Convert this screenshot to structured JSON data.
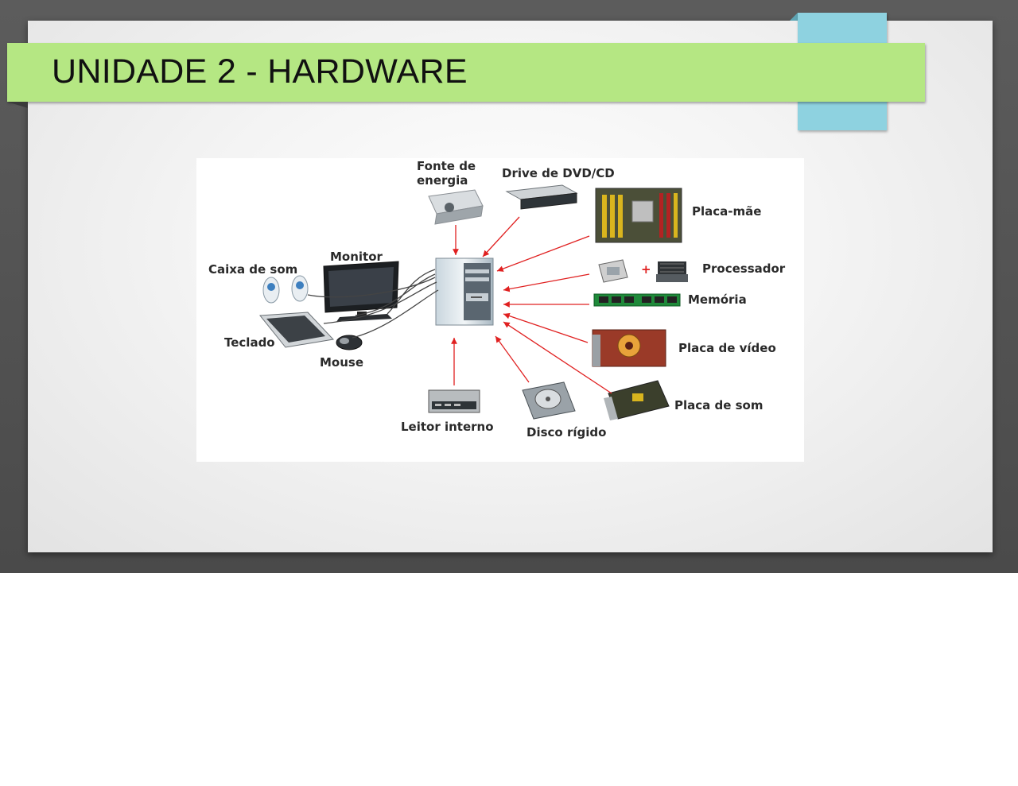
{
  "slide": {
    "title": "UNIDADE 2 - HARDWARE"
  },
  "diagram": {
    "labels": {
      "fonte_line1": "Fonte de",
      "fonte_line2": "energia",
      "drive": "Drive de DVD/CD",
      "placa_mae": "Placa-mãe",
      "processador": "Processador",
      "memoria": "Memória",
      "placa_video": "Placa de vídeo",
      "placa_som": "Placa de som",
      "disco": "Disco rígido",
      "leitor": "Leitor interno",
      "caixa_som": "Caixa de som",
      "monitor": "Monitor",
      "teclado": "Teclado",
      "mouse": "Mouse",
      "plus": "+"
    },
    "colors": {
      "arrow": "#e02020",
      "title_bar": "#b5e783",
      "accent_tab": "#8ed2e0"
    }
  }
}
